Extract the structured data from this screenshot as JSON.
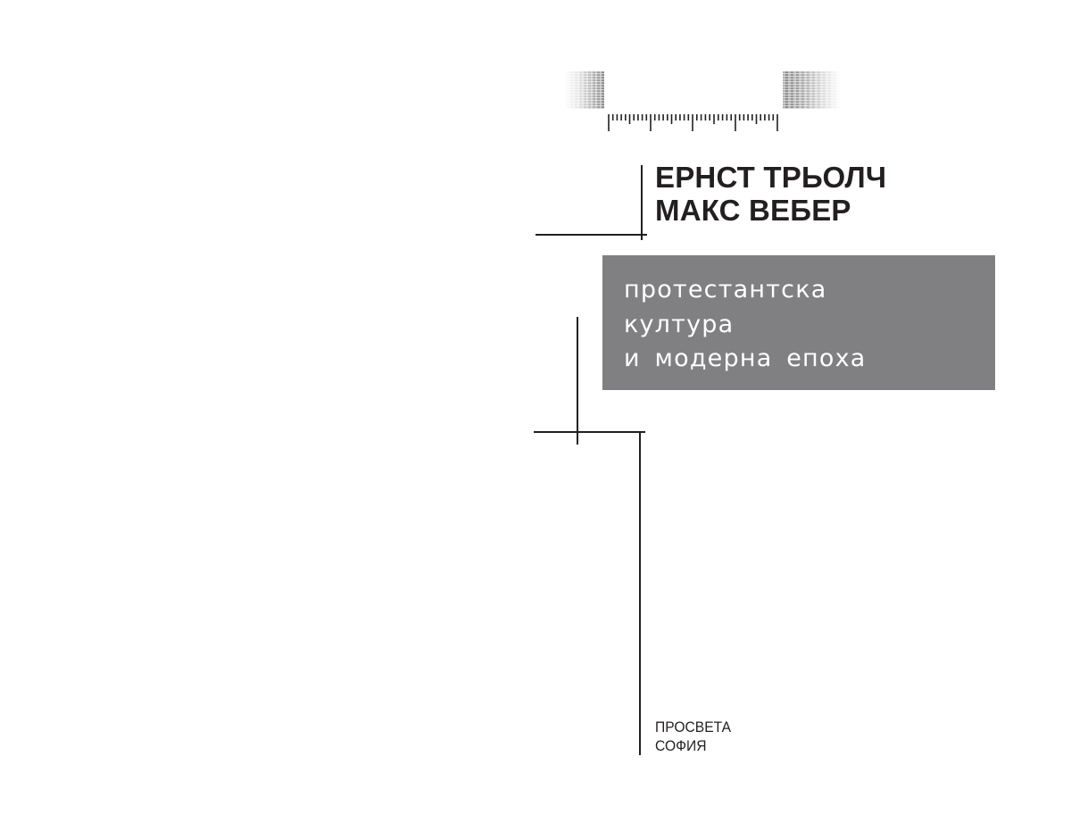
{
  "cover": {
    "authors": [
      "ЕРНСТ ТРЬОЛЧ",
      "МАКС ВЕБЕР"
    ],
    "title_lines": [
      "протестантска",
      "култура",
      "и модерна епоха"
    ],
    "publisher": {
      "name": "ПРОСВЕТА",
      "city": "СОФИЯ"
    },
    "colors": {
      "title_box_background": "#808083",
      "title_text": "#ffffff",
      "ink": "#231f20",
      "background": "#ffffff"
    }
  }
}
